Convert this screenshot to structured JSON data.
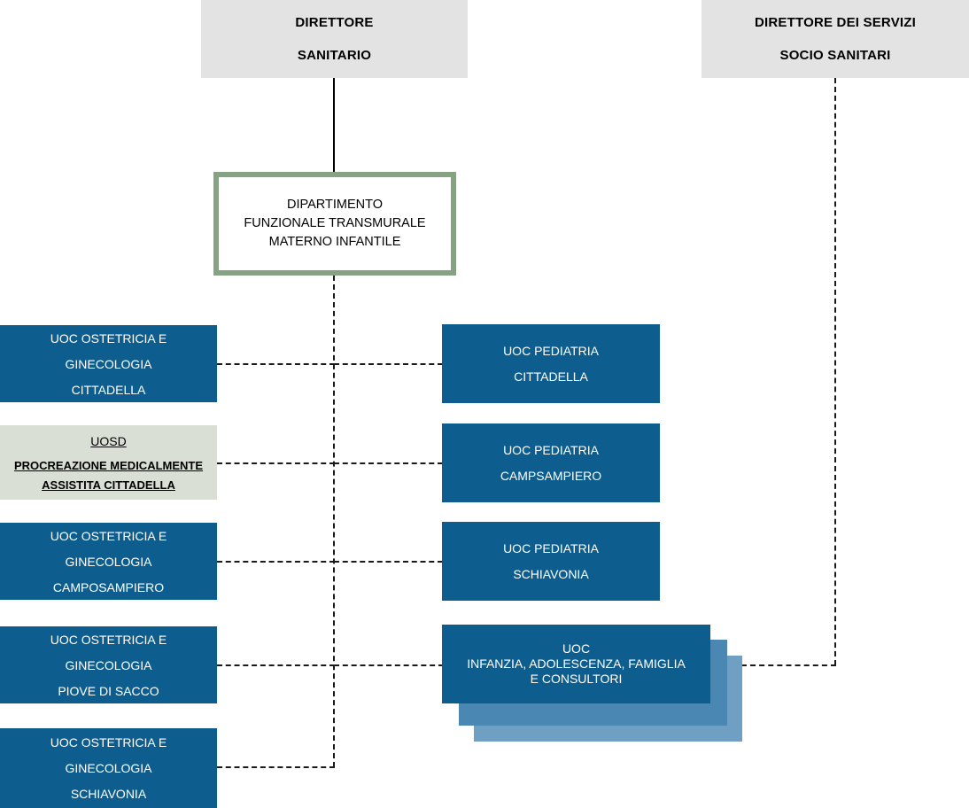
{
  "org_chart": {
    "title": "Dipartimento Funzionale Transmurale Materno Infantile",
    "colors": {
      "header_bg": "#e3e3e3",
      "department_border": "#85a383",
      "unit_blue": "#0d5e8f",
      "uosd_sage": "#d9dfd5",
      "stack_mid": "#4a87b3",
      "stack_back": "#6fa0c4",
      "connector": "#1a1a1a"
    },
    "headers": [
      {
        "line1": "DIRETTORE",
        "line2": "SANITARIO"
      },
      {
        "line1": "DIRETTORE DEI SERVIZI",
        "line2": "SOCIO SANITARI"
      }
    ],
    "department": {
      "line1": "DIPARTIMENTO",
      "line2": "FUNZIONALE TRANSMURALE",
      "line3": "MATERNO INFANTILE"
    },
    "left_units": [
      {
        "line1": "UOC OSTETRICIA E",
        "line2": "GINECOLOGIA",
        "line3": "CITTADELLA"
      },
      {
        "head": "UOSD",
        "line1": "PROCREAZIONE MEDICALMENTE",
        "line2": "ASSISTITA CITTADELLA"
      },
      {
        "line1": "UOC OSTETRICIA E",
        "line2": "GINECOLOGIA",
        "line3": "CAMPOSAMPIERO"
      },
      {
        "line1": "UOC OSTETRICIA E",
        "line2": "GINECOLOGIA",
        "line3": "PIOVE DI SACCO"
      },
      {
        "line1": "UOC OSTETRICIA E",
        "line2": "GINECOLOGIA",
        "line3": "SCHIAVONIA"
      }
    ],
    "right_units": [
      {
        "line1": "UOC PEDIATRIA",
        "line2": "CITTADELLA"
      },
      {
        "line1": "UOC PEDIATRIA",
        "line2": "CAMPSAMPIERO"
      },
      {
        "line1": "UOC PEDIATRIA",
        "line2": "SCHIAVONIA"
      }
    ],
    "consultori_unit": {
      "line1": "UOC",
      "line2": "INFANZIA, ADOLESCENZA, FAMIGLIA",
      "line3": "E CONSULTORI"
    }
  }
}
